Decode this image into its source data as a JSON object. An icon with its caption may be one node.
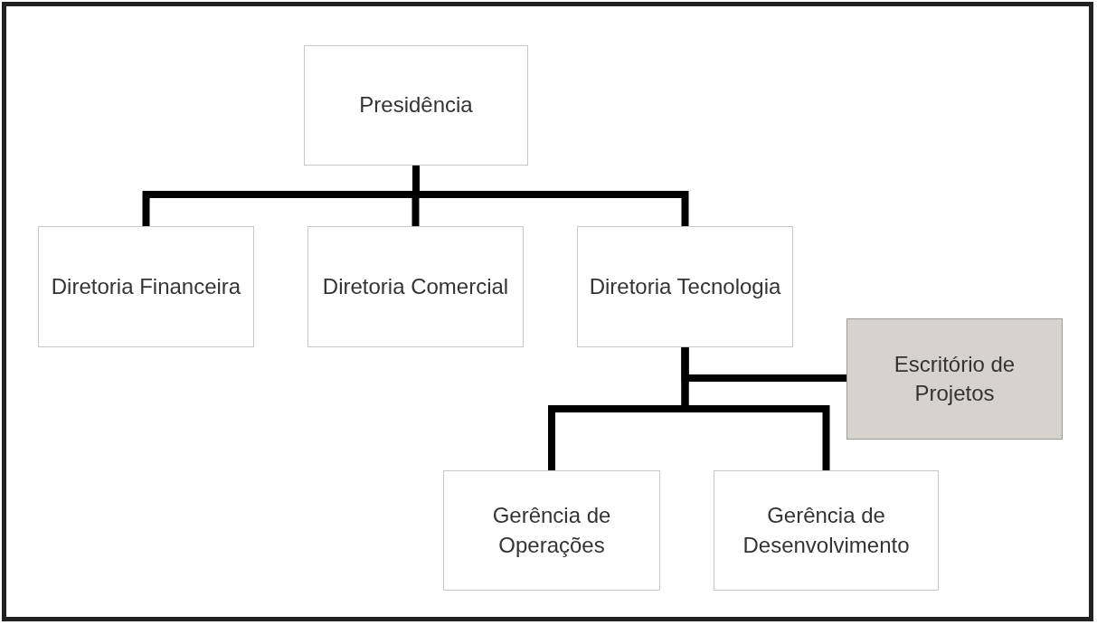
{
  "diagram": {
    "nodes": [
      {
        "text": [
          "Presidência"
        ]
      },
      {
        "text": [
          "Diretoria Financeira"
        ]
      },
      {
        "text": [
          "Diretoria Comercial"
        ]
      },
      {
        "text": [
          "Diretoria Tecnologia"
        ]
      },
      {
        "text": [
          "Escritório de Projetos"
        ]
      },
      {
        "text": [
          "Gerência de Operações"
        ]
      },
      {
        "text": [
          "Gerência de Desenvolvimento"
        ]
      }
    ],
    "edges": [
      {
        "from": 0,
        "to": 1,
        "arrow": "none"
      },
      {
        "from": 0,
        "to": 2,
        "arrow": "none"
      },
      {
        "from": 0,
        "to": 3,
        "arrow": "none"
      },
      {
        "from": 3,
        "to": 4,
        "arrow": "none"
      },
      {
        "from": 3,
        "to": 5,
        "arrow": "none"
      },
      {
        "from": 3,
        "to": 6,
        "arrow": "none"
      }
    ]
  }
}
